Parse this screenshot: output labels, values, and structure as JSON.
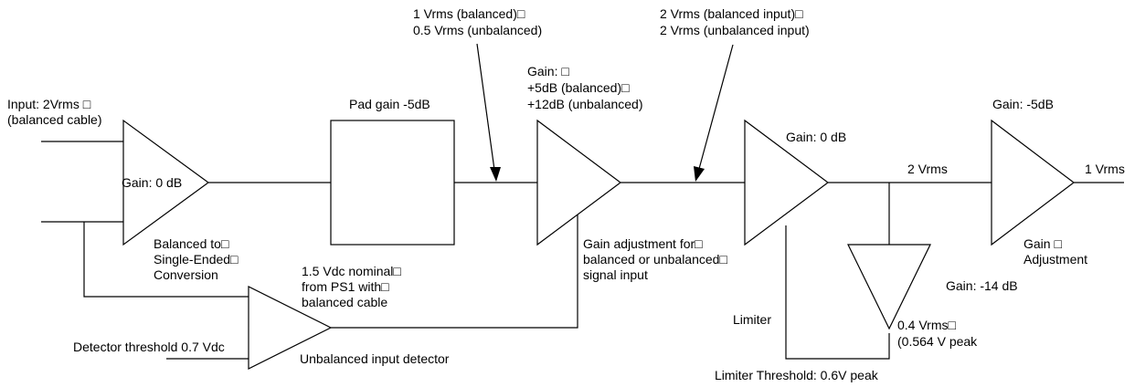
{
  "labels": {
    "input": [
      "Input: 2Vrms □",
      "(balanced cable)"
    ],
    "gain_amp1": "Gain: 0 dB",
    "balanced_conversion": [
      "Balanced to□",
      "Single-Ended□",
      "Conversion"
    ],
    "pad_gain": "Pad gain -5dB",
    "level_after_pad": [
      "1 Vrms (balanced)□",
      "0.5 Vrms (unbalanced)"
    ],
    "gain_amp2": [
      "Gain: □",
      "+5dB (balanced)□",
      "+12dB (unbalanced)"
    ],
    "gain_adjust_note": [
      "Gain adjustment for□",
      "balanced or unbalanced□",
      "signal input"
    ],
    "level_after_amp2": [
      "2 Vrms (balanced input)□",
      "2 Vrms (unbalanced input)"
    ],
    "gain_limiter": "Gain: 0 dB",
    "limiter": "Limiter",
    "limiter_threshold": "Limiter Threshold: 0.6V peak",
    "level_after_limiter": "2 Vrms",
    "gain_feedback": "Gain: -14 dB",
    "feedback_level": [
      "0.4 Vrms□",
      "(0.564 V peak"
    ],
    "gain_final": "Gain: -5dB",
    "output_level": "1 Vrms",
    "gain_adjustment_final": [
      "Gain □",
      "Adjustment"
    ],
    "detector_ref": [
      "1.5 Vdc nominal□",
      "from PS1 with□",
      "balanced cable"
    ],
    "detector_threshold": "Detector threshold 0.7 Vdc",
    "detector_name": "Unbalanced input detector"
  }
}
